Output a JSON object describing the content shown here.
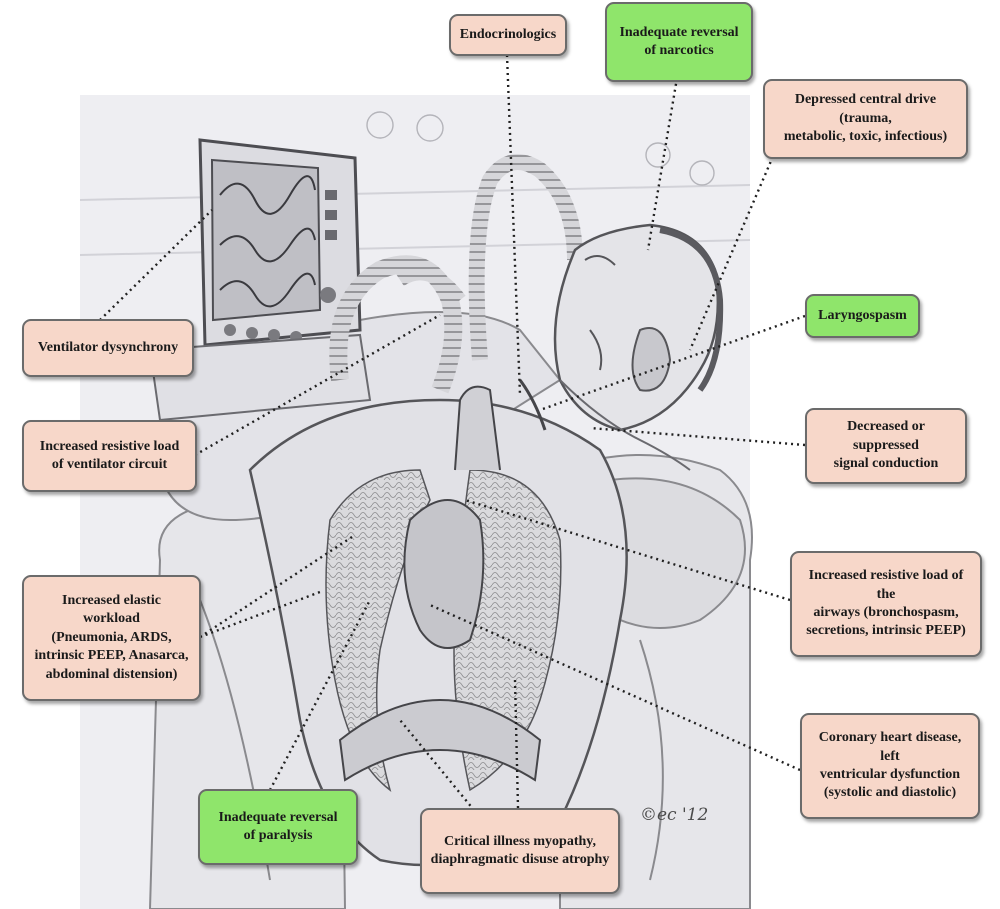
{
  "colors": {
    "label_pink": "#f7d7c9",
    "label_green": "#8fe56b",
    "label_border": "#6b6b6b",
    "sketch_bg": "#eeeef2",
    "pencil": "#6d6d6d"
  },
  "labels": {
    "endocrinologics": "Endocrinologics",
    "narcotics": "Inadequate reversal\nof narcotics",
    "central_drive": "Depressed central drive (trauma,\nmetabolic, toxic, infectious)",
    "ventilator_dysynchrony": "Ventilator dysynchrony",
    "laryngospasm": "Laryngospasm",
    "circuit_load": "Increased resistive load\nof ventilator circuit",
    "signal_conduction": "Decreased or suppressed\nsignal conduction",
    "elastic_workload": "Increased elastic workload\n(Pneumonia, ARDS,\nintrinsic PEEP, Anasarca,\nabdominal distension)",
    "airway_load": "Increased resistive load of the\nairways (bronchospasm,\nsecretions, intrinsic PEEP)",
    "coronary": "Coronary heart disease, left\nventricular dysfunction\n(systolic and diastolic)",
    "paralysis": "Inadequate reversal\nof paralysis",
    "myopathy": "Critical illness myopathy,\ndiaphragmatic disuse atrophy"
  },
  "signature": "©ec '12",
  "illustration": {
    "subject": "pencil sketch of intubated patient on mechanical ventilator with exposed chest cavity (lungs, heart, diaphragm)",
    "icons": [
      "ventilator-monitor-icon",
      "breathing-tube-icon",
      "patient-head-icon",
      "lungs-icon",
      "heart-icon",
      "diaphragm-icon"
    ]
  }
}
